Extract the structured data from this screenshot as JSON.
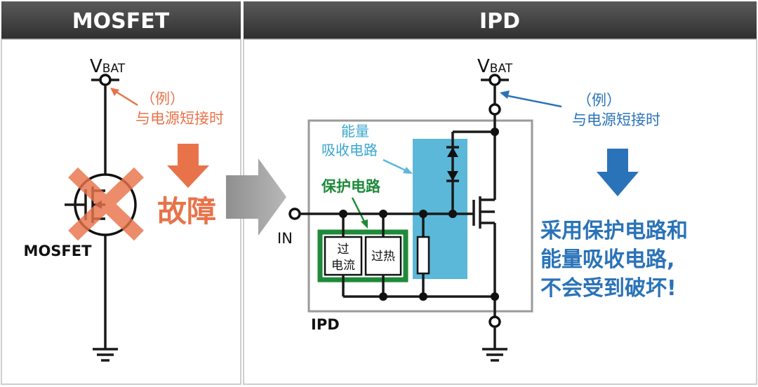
{
  "headers": {
    "left": "MOSFET",
    "right": "IPD"
  },
  "left_panel": {
    "vbat_main": "V",
    "vbat_sub": "BAT",
    "example": "（例）",
    "short_to_power": "与电源短接时",
    "failure": "故障",
    "device_label": "MOSFET"
  },
  "right_panel": {
    "vbat_main": "V",
    "vbat_sub": "BAT",
    "example": "（例）",
    "short_to_power": "与电源短接时",
    "energy_absorb_line1": "能量",
    "energy_absorb_line2": "吸收电路",
    "protection_circuit": "保护电路",
    "overcurrent_line1": "过",
    "overcurrent_line2": "电流",
    "overheat": "过热",
    "input_label": "IN",
    "ipd_label": "IPD",
    "result_line1": "采用保护电路和",
    "result_line2": "能量吸收电路,",
    "result_line3": "不会受到破坏!"
  },
  "colors": {
    "header_bg": "#444444",
    "failure_orange": "#e8734a",
    "ok_blue": "#2a73b8",
    "absorb_blue": "#5bb8d8",
    "protect_green": "#1e8a3a",
    "panel_gray": "#9a9a9a",
    "arrow_gray": "#9c9c9c"
  }
}
